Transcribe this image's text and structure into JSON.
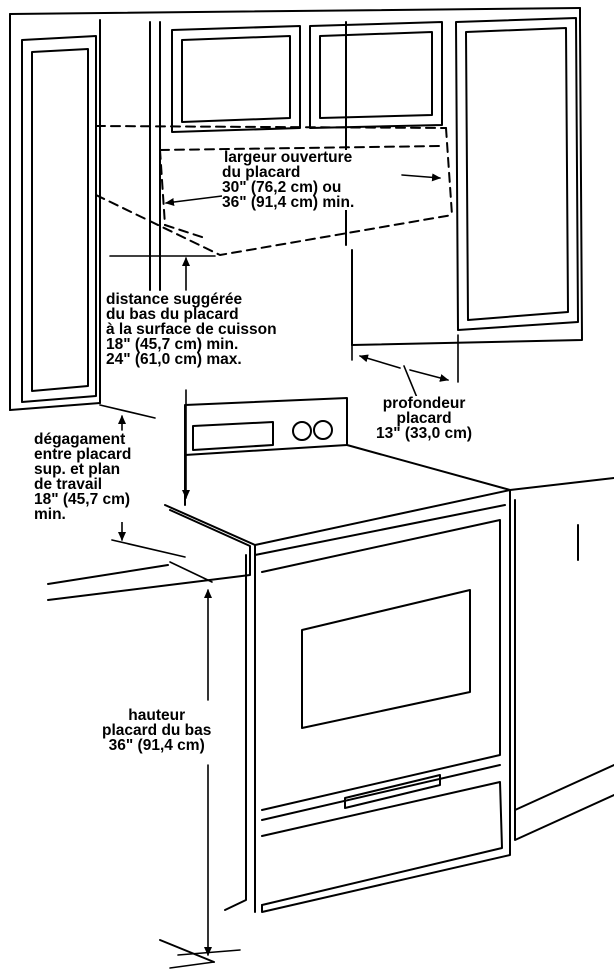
{
  "labels": {
    "cabinet_opening_width": {
      "lines": [
        "largeur ouverture",
        "du placard",
        "30\" (76,2 cm) ou",
        "36\" (91,4 cm) min."
      ]
    },
    "suggested_distance": {
      "lines": [
        "distance suggérée",
        "du bas du placard",
        "à la surface de cuisson",
        "18\" (45,7 cm) min.",
        "24\" (61,0 cm) max."
      ]
    },
    "cabinet_depth": {
      "lines": [
        "profondeur",
        "placard",
        "13\" (33,0 cm)"
      ]
    },
    "upper_cabinet_clearance": {
      "lines": [
        "dégagament",
        "entre placard",
        "sup. et plan",
        "de travail",
        "18\" (45,7 cm)",
        "min."
      ]
    },
    "base_cabinet_height": {
      "lines": [
        "hauteur",
        "placard du bas",
        "36\" (91,4 cm)"
      ]
    }
  },
  "colors": {
    "line": "#000000",
    "background": "#ffffff"
  }
}
